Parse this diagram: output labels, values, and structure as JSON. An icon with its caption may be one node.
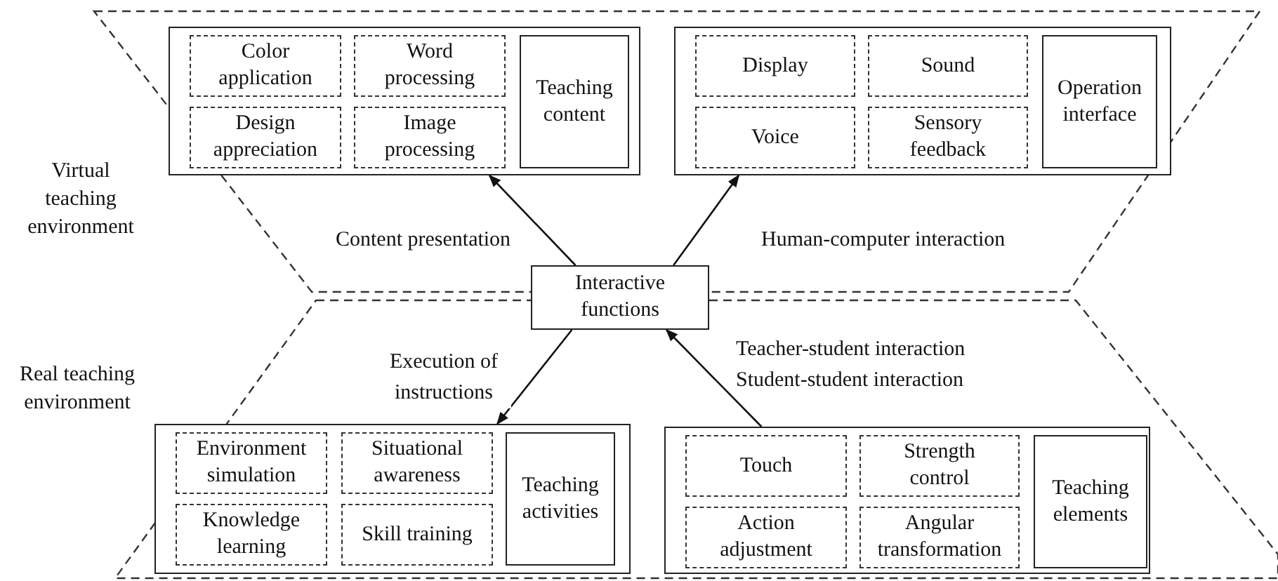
{
  "diagram": {
    "nodes": [
      {
        "text": [],
        "shape": "box"
      },
      {
        "text": [
          "Color application"
        ],
        "in": 0
      },
      {
        "text": [
          "Word processing"
        ],
        "in": 0
      },
      {
        "text": [
          "Design appreciation"
        ],
        "in": 0
      },
      {
        "text": [
          "Image processing"
        ],
        "in": 0
      },
      {
        "text": [
          "Teaching content"
        ],
        "in": 0
      },
      {
        "text": [],
        "shape": "box"
      },
      {
        "text": [
          "Display"
        ],
        "in": 6
      },
      {
        "text": [
          "Sound"
        ],
        "in": 6
      },
      {
        "text": [
          "Voice"
        ],
        "in": 6
      },
      {
        "text": [
          "Sensory feedback"
        ],
        "in": 6
      },
      {
        "text": [
          "Operation interface"
        ],
        "in": 6
      },
      {
        "text": [
          "Interactive functions"
        ]
      },
      {
        "text": [],
        "shape": "box"
      },
      {
        "text": [
          "Environment simulation"
        ],
        "in": 13
      },
      {
        "text": [
          "Situational awareness"
        ],
        "in": 13
      },
      {
        "text": [
          "Knowledge learning"
        ],
        "in": 13
      },
      {
        "text": [
          "Skill training"
        ],
        "in": 13
      },
      {
        "text": [
          "Teaching activities"
        ],
        "in": 13
      },
      {
        "text": [],
        "shape": "box"
      },
      {
        "text": [
          "Touch"
        ],
        "in": 19
      },
      {
        "text": [
          "Strength control"
        ],
        "in": 19
      },
      {
        "text": [
          "Action adjustment"
        ],
        "in": 19
      },
      {
        "text": [
          "Angular transformation"
        ],
        "in": 19
      },
      {
        "text": [
          "Teaching elements"
        ],
        "in": 19
      }
    ],
    "edges": [
      {
        "from": 12,
        "to": 0,
        "arrow": "to",
        "label": "Content presentation"
      },
      {
        "from": 12,
        "to": 6,
        "arrow": "to",
        "label": "Human-computer interaction"
      },
      {
        "from": 12,
        "to": 13,
        "arrow": "to",
        "label": "Execution of instructions"
      },
      {
        "from": 19,
        "to": 12,
        "arrow": "to",
        "label": "Teacher-student interaction Student-student interaction"
      }
    ],
    "labels": [
      "Virtual teaching environment",
      "Real teaching environment"
    ]
  }
}
